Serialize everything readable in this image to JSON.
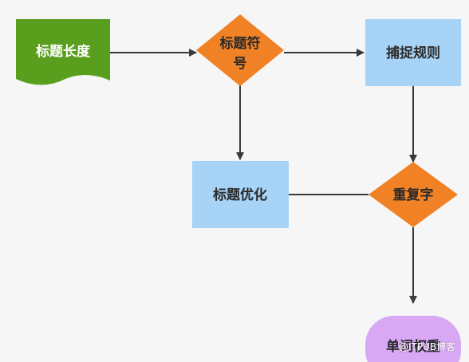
{
  "diagram": {
    "nodes": {
      "title_length": "标题长度",
      "title_symbol_line1": "标题符",
      "title_symbol_line2": "号",
      "capture_rules": "捕捉规则",
      "title_optimize": "标题优化",
      "repeat_chars": "重复字",
      "word_weight": "单词权重"
    },
    "colors": {
      "green_doc": "#5a9e1e",
      "orange_decision": "#f08125",
      "blue_process": "#a7d3f7",
      "purple_terminal": "#d9a8f5",
      "edge": "#3a3a3a",
      "background": "#f6f6f6"
    }
  },
  "watermark": "@ITPUB博客"
}
